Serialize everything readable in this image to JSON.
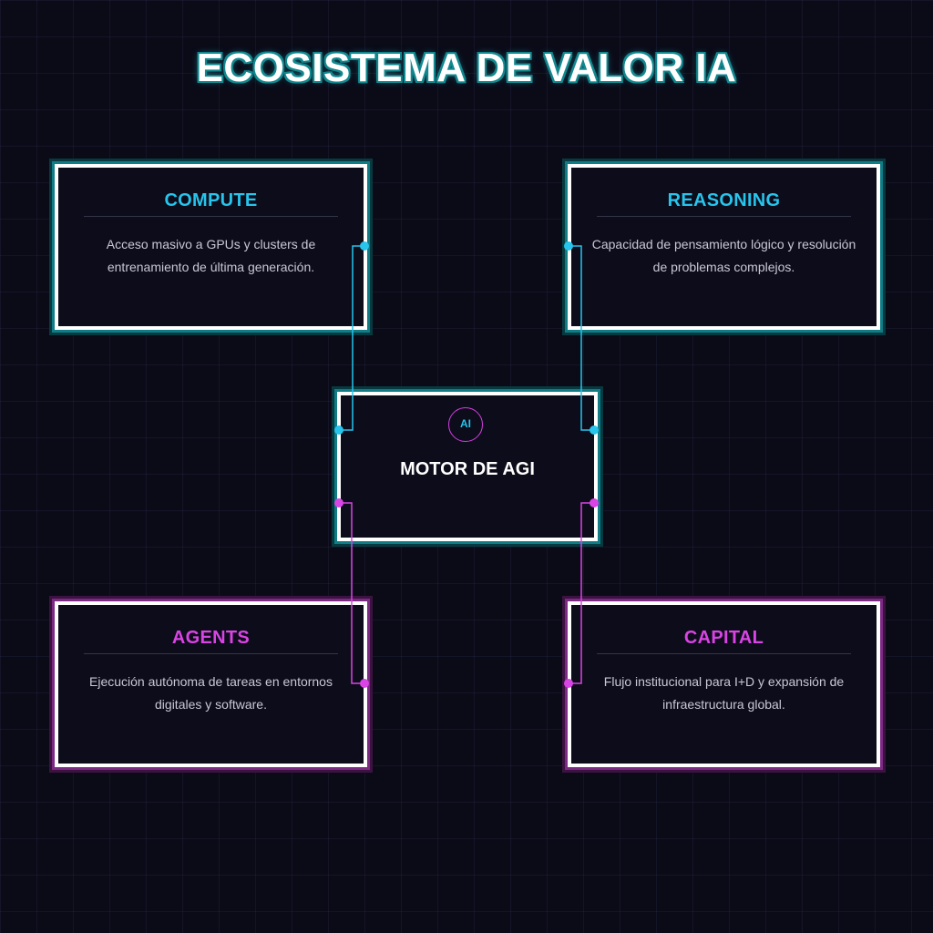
{
  "title": "ECOSISTEMA DE VALOR IA",
  "center": {
    "badge": "AI",
    "title": "MOTOR DE AGI"
  },
  "nodes": [
    {
      "title": "COMPUTE",
      "desc": "Acceso masivo a GPUs y clusters de entrenamiento de última generación.",
      "color": "#27c4ec"
    },
    {
      "title": "REASONING",
      "desc": "Capacidad de pensamiento lógico y resolución de problemas complejos.",
      "color": "#27c4ec"
    },
    {
      "title": "AGENTS",
      "desc": "Ejecución autónoma de tareas en entornos digitales y software.",
      "color": "#d944e4"
    },
    {
      "title": "CAPITAL",
      "desc": "Flujo institucional para I+D y expansión de infraestructura global.",
      "color": "#d944e4"
    }
  ],
  "colors": {
    "cyan": "#27c4ec",
    "magenta": "#d944e4",
    "background": "#0b0b18"
  }
}
